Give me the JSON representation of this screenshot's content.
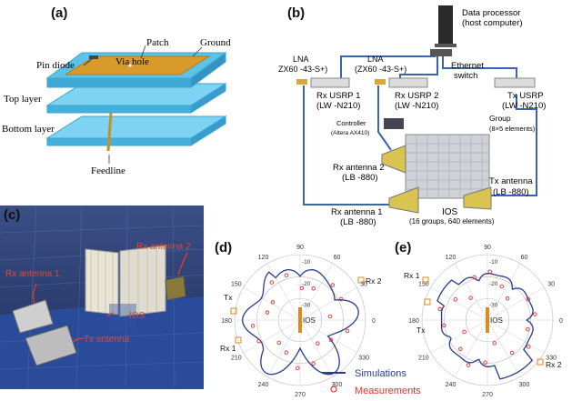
{
  "panel_a": {
    "label": "(a)",
    "patch": "Patch",
    "ground": "Ground",
    "pin_diode": "Pin diode",
    "via_hole": "Via hole",
    "top_layer": "Top layer",
    "bottom_layer": "Bottom layer",
    "feedline": "Feedline"
  },
  "panel_b": {
    "label": "(b)",
    "data_processor_1": "Data processor",
    "data_processor_2": "(host computer)",
    "ethernet_1": "Ethernet",
    "ethernet_2": "switch",
    "lna_1_1": "LNA",
    "lna_1_2": "ZX60 -43-S+)",
    "lna_2_1": "LNA",
    "lna_2_2": "(ZX60 -43-S+)",
    "rx_usrp1_1": "Rx USRP 1",
    "rx_usrp1_2": "(LW -N210)",
    "rx_usrp2_1": "Rx USRP 2",
    "rx_usrp2_2": "(LW -N210)",
    "tx_usrp_1": "Tx USRP",
    "tx_usrp_2": "(LW -N210)",
    "controller_1": "Controller",
    "controller_2": "(Altera AX410)",
    "group_1": "Group",
    "group_2": "(8×5 elements)",
    "rx_ant2_1": "Rx antenna 2",
    "rx_ant2_2": "(LB -880)",
    "tx_ant_1": "Tx  antenna",
    "tx_ant_2": "(LB -880)",
    "ios_1": "IOS",
    "ios_2": "(16 groups, 640 elements)",
    "rx_ant1_1": "Rx antenna 1",
    "rx_ant1_2": "(LB -880)"
  },
  "panel_c": {
    "label": "(c)",
    "rx_ant1": "Rx antenna 1",
    "rx_ant2": "Rx antenna 2",
    "ios": "IOS",
    "tx_ant": "Tx antenna"
  },
  "panel_d": {
    "label": "(d)",
    "angles": [
      "90",
      "120",
      "60",
      "150",
      "30",
      "180",
      "0",
      "210",
      "330",
      "240",
      "300",
      "270"
    ],
    "radial": [
      "-10",
      "-20",
      "-30"
    ],
    "tx": "Tx",
    "rx1": "Rx 1",
    "rx2": "Rx 2",
    "ios": "IOS"
  },
  "panel_e": {
    "label": "(e)",
    "angles": [
      "90",
      "120",
      "60",
      "150",
      "30",
      "180",
      "0",
      "210",
      "330",
      "240",
      "300",
      "270"
    ],
    "radial": [
      "-10",
      "-20",
      "-30"
    ],
    "tx": "Tx",
    "rx1": "Rx 1",
    "rx2": "Rx 2",
    "ios": "IOS"
  },
  "legend": {
    "simulations": "Simulations",
    "measurements": "Measurements"
  },
  "colors": {
    "patch": "#d89a2a",
    "substrate": "#5cc3e8",
    "wire": "#3a64b0",
    "sim_line": "#2a3c8c",
    "meas": "#e03030",
    "marker": "#d98a20"
  }
}
